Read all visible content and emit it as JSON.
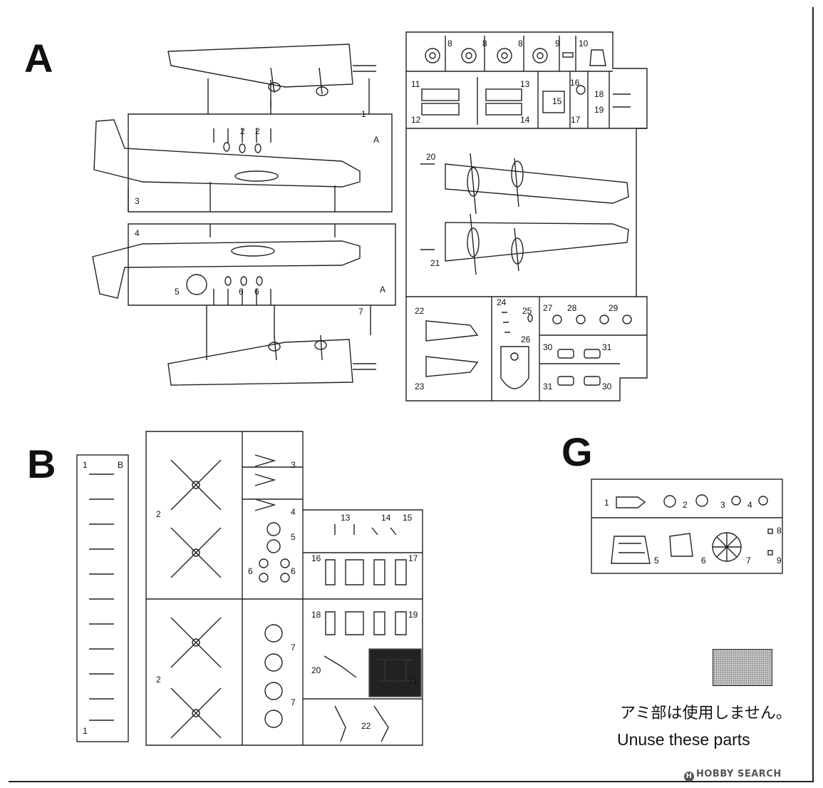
{
  "runners": {
    "a": {
      "letter": "A",
      "runner_marks": [
        "A",
        "A"
      ]
    },
    "b": {
      "letter": "B",
      "runner_marks": [
        "B"
      ]
    },
    "g": {
      "letter": "G"
    }
  },
  "part_numbers": {
    "a": [
      "1",
      "2",
      "2",
      "3",
      "4",
      "5",
      "6",
      "6",
      "7",
      "8",
      "8",
      "8",
      "9",
      "10",
      "11",
      "12",
      "13",
      "14",
      "15",
      "16",
      "17",
      "18",
      "19",
      "20",
      "21",
      "22",
      "23",
      "24",
      "25",
      "26",
      "27",
      "28",
      "29",
      "30",
      "31",
      "31",
      "30"
    ],
    "b": [
      "1",
      "1",
      "2",
      "2",
      "3",
      "4",
      "5",
      "6",
      "6",
      "7",
      "7",
      "13",
      "14",
      "15",
      "16",
      "17",
      "18",
      "19",
      "20",
      "21",
      "22"
    ],
    "g": [
      "1",
      "2",
      "3",
      "4",
      "5",
      "6",
      "7",
      "8",
      "9"
    ]
  },
  "notes": {
    "japanese": "アミ部は使用しません。",
    "english": "Unuse these parts"
  },
  "legend": {
    "swatch_color": "#c9c9c9"
  },
  "watermark": {
    "logo": "H",
    "text": "HOBBY SEARCH"
  },
  "colors": {
    "line": "#222222",
    "unused_fill": "#c9c9c9",
    "background": "#ffffff"
  }
}
